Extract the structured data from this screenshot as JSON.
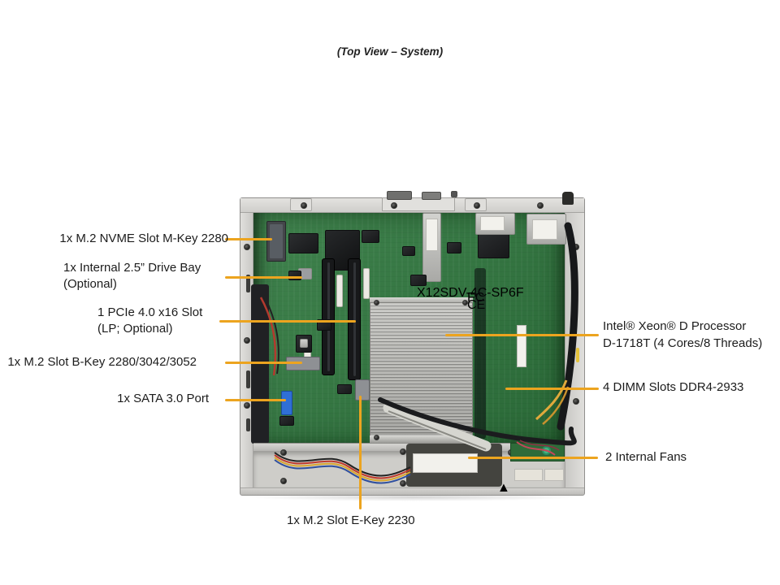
{
  "title": "(Top View – System)",
  "callouts": {
    "m2_nvme": {
      "line1": "1x M.2 NVME Slot M-Key 2280"
    },
    "drive_bay": {
      "line1": "1x Internal 2.5” Drive Bay",
      "line2": "(Optional)"
    },
    "pcie": {
      "line1": "1 PCIe 4.0 x16 Slot",
      "line2": "(LP; Optional)"
    },
    "m2_bkey": {
      "line1": "1x M.2 Slot B-Key 2280/3042/3052"
    },
    "sata": {
      "line1": "1x SATA 3.0 Port"
    },
    "cpu": {
      "line1": "Intel® Xeon® D Processor",
      "line2": "D-1718T (4 Cores/8 Threads)"
    },
    "dimm": {
      "line1": "4 DIMM Slots DDR4-2933"
    },
    "fans": {
      "line1": "2 Internal Fans"
    },
    "m2_ekey": {
      "line1": "1x M.2 Slot E-Key 2230"
    }
  },
  "board": {
    "model": "X12SDV-4C-SP6F",
    "fcc_mark": "FC",
    "ce_mark": "CE"
  },
  "icons": {
    "warning_triangle": "▲"
  },
  "colors": {
    "callout_line": "#ECA41F",
    "pcb_green": "#30793F",
    "dimm_blue": "#3A57C4",
    "chassis_gray": "#D8D7D4",
    "heatsink_silver": "#B5B5B1"
  }
}
